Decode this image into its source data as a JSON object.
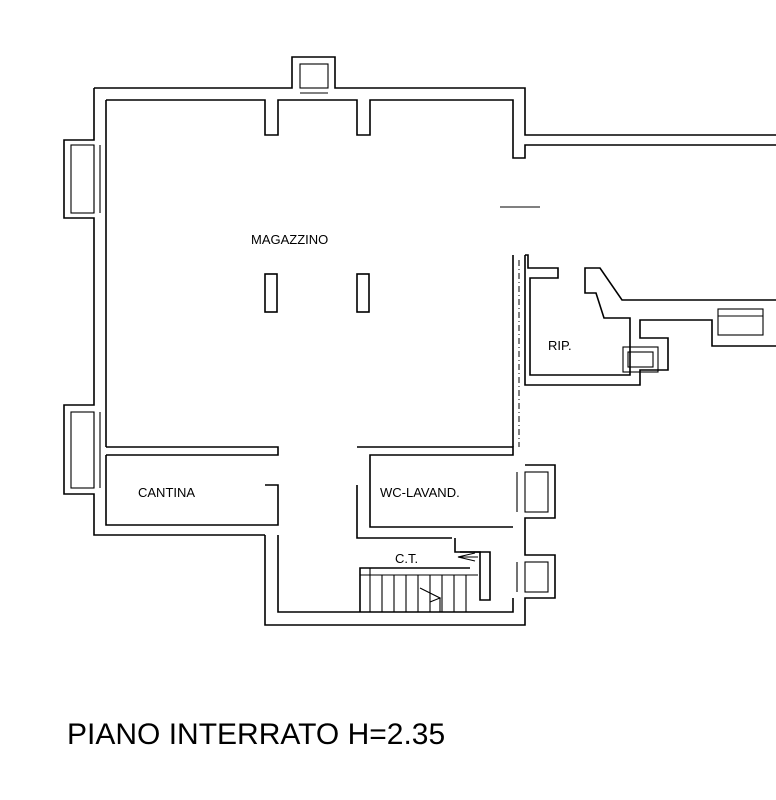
{
  "plan": {
    "title": "PIANO INTERRATO H=2.35",
    "rooms": {
      "magazzino": "MAGAZZINO",
      "ripostiglio": "RIP.",
      "cantina": "CANTINA",
      "wc": "WC-LAVAND.",
      "ct": "C.T."
    }
  }
}
